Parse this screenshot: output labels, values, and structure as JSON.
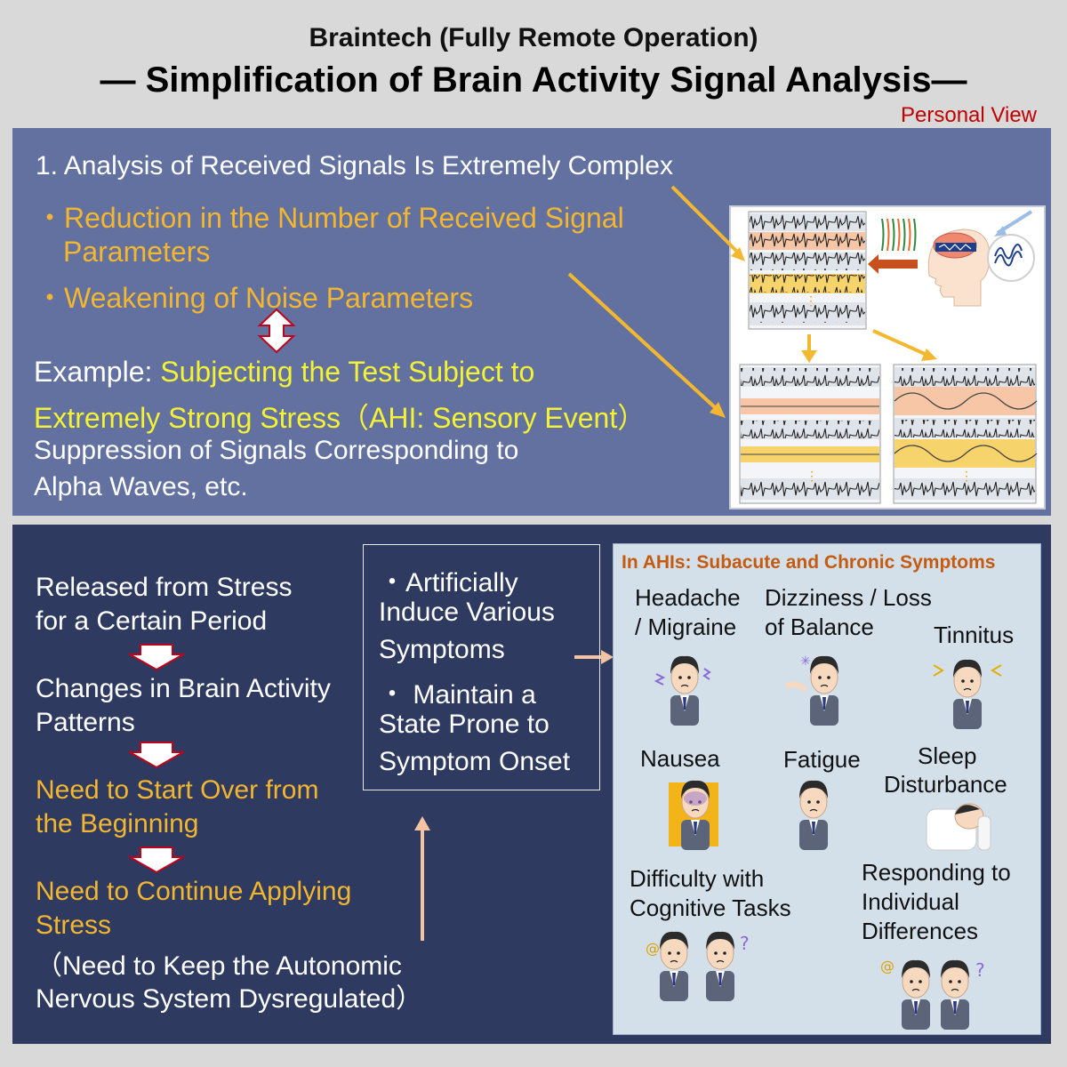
{
  "header": {
    "subtitle": "Braintech (Fully Remote Operation)",
    "title": "— Simplification of Brain Activity Signal Analysis—",
    "personal_view": "Personal View"
  },
  "top": {
    "heading": "1. Analysis of Received Signals Is Extremely Complex",
    "bullet1_line1": "・Reduction in the Number of Received Signal",
    "bullet1_line2": "Parameters",
    "bullet2": "・Weakening of Noise Parameters",
    "example_label": "Example: ",
    "example_highlight1": "Subjecting the Test Subject to",
    "example_highlight2": "Extremely Strong Stress（AHI: Sensory Event）",
    "suppression1": "Suppression of Signals Corresponding to",
    "suppression2": "Alpha Waves, etc."
  },
  "flow": {
    "step1_line1": "Released from Stress",
    "step1_line2": "for a Certain Period",
    "step2_line1": "Changes in Brain Activity",
    "step2_line2": "Patterns",
    "step3_line1": "Need to Start Over from",
    "step3_line2": "the Beginning",
    "step4_line1": "Need to Continue Applying",
    "step4_line2": "Stress",
    "step4_note1": "（Need to Keep the Autonomic",
    "step4_note2": "Nervous System Dysregulated）"
  },
  "action": {
    "line1": "・Artificially",
    "line2": "Induce Various",
    "line3": "Symptoms",
    "line4": "・ Maintain a",
    "line5": "State Prone to",
    "line6": "Symptom Onset"
  },
  "symptoms": {
    "title": "In AHIs: Subacute and Chronic Symptoms",
    "headache1": "Headache",
    "headache2": "/ Migraine",
    "dizziness1": "Dizziness / Loss",
    "dizziness2": "of Balance",
    "tinnitus": "Tinnitus",
    "nausea": "Nausea",
    "fatigue": "Fatigue",
    "sleep1": "Sleep",
    "sleep2": "Disturbance",
    "cognitive1": "Difficulty with",
    "cognitive2": "Cognitive Tasks",
    "responding1": "Responding to",
    "responding2": "Individual",
    "responding3": "Differences"
  },
  "colors": {
    "top_panel": "#6271a0",
    "bottom_panel": "#2f3a60",
    "accent_orange": "#f2b630",
    "accent_yellow": "#f3f234",
    "personal_view_red": "#c00000",
    "symptom_title": "#c55a11"
  },
  "icons": [
    "brain-head-icon",
    "signal-wave-icon",
    "down-arrow-icon",
    "double-arrow-icon",
    "person-icon"
  ]
}
